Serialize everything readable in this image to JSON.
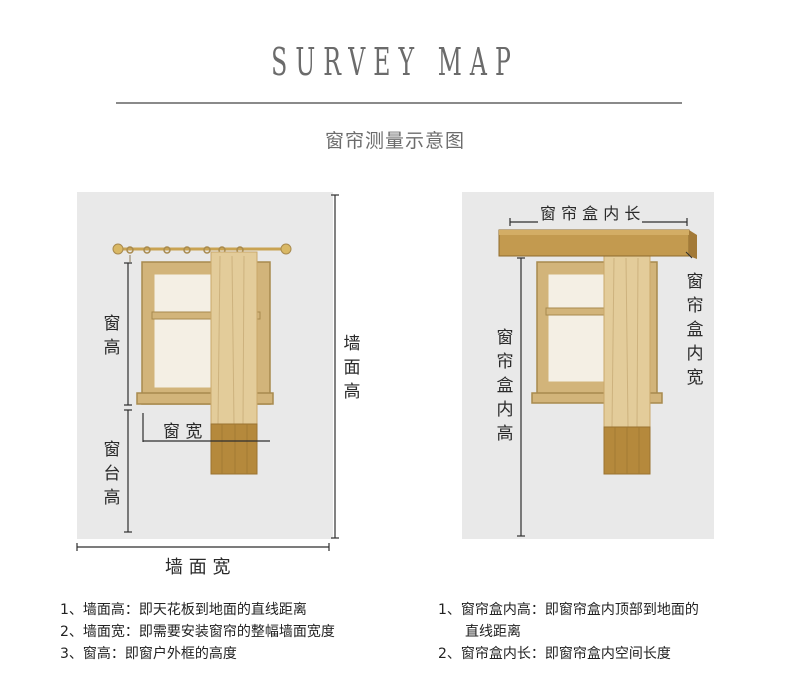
{
  "header": {
    "title": "SURVEY MAP",
    "subtitle": "窗帘测量示意图"
  },
  "left_diagram": {
    "window_height": "窗高",
    "sill_height": "窗台高",
    "window_width": "窗 宽",
    "wall_height": "墙面高",
    "wall_width": "墙 面 宽"
  },
  "right_diagram": {
    "box_inner_length": "窗 帘 盒 内 长",
    "box_inner_width": "窗帘盒内宽",
    "box_inner_height": "窗帘盒内高"
  },
  "notes_left": [
    "1、墙面高：即天花板到地面的直线距离",
    "2、墙面宽：即需要安装窗帘的整幅墙面宽度",
    "3、窗高：即窗户外框的高度"
  ],
  "notes_right": [
    {
      "text": "1、窗帘盒内高：即窗帘盒内顶部到地面的",
      "cont": "直线距离"
    },
    {
      "text": "2、窗帘盒内长：即窗帘盒内空间长度",
      "cont": ""
    }
  ],
  "colors": {
    "wall": "#e9e9e9",
    "frame": "#d2b47a",
    "frame_edge": "#a88a4e",
    "curtain": "#e3cc9a",
    "curtain_band": "#b5893c",
    "box_wood": "#c39a4f",
    "rod": "#c9a352"
  }
}
